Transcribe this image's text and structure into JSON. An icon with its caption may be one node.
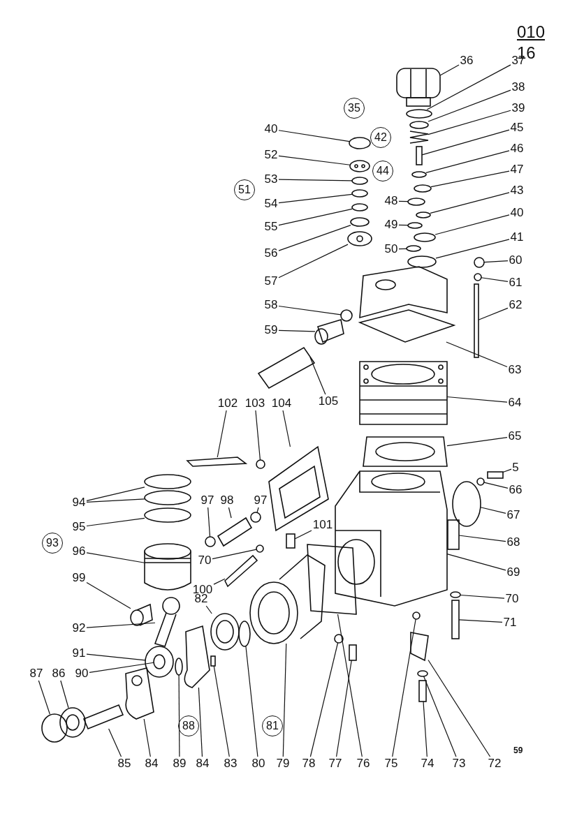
{
  "diagram": {
    "nodes": [
      {
        "text": [
          "36"
        ]
      },
      {
        "text": [
          "37"
        ]
      },
      {
        "text": [
          "35"
        ]
      },
      {
        "text": [
          "38"
        ]
      },
      {
        "text": [
          "39"
        ]
      },
      {
        "text": [
          "40"
        ]
      },
      {
        "text": [
          "45"
        ]
      },
      {
        "text": [
          "42"
        ]
      },
      {
        "text": [
          "46"
        ]
      },
      {
        "text": [
          "52"
        ]
      },
      {
        "text": [
          "44"
        ]
      },
      {
        "text": [
          "47"
        ]
      },
      {
        "text": [
          "53"
        ]
      },
      {
        "text": [
          "43"
        ]
      },
      {
        "text": [
          "51"
        ]
      },
      {
        "text": [
          "48"
        ]
      },
      {
        "text": [
          "54"
        ]
      },
      {
        "text": [
          "40"
        ]
      },
      {
        "text": [
          "49"
        ]
      },
      {
        "text": [
          "55"
        ]
      },
      {
        "text": [
          "41"
        ]
      },
      {
        "text": [
          "50"
        ]
      },
      {
        "text": [
          "56"
        ]
      },
      {
        "text": [
          "60"
        ]
      },
      {
        "text": [
          "57"
        ]
      },
      {
        "text": [
          "61"
        ]
      },
      {
        "text": [
          "58"
        ]
      },
      {
        "text": [
          "62"
        ]
      },
      {
        "text": [
          "59"
        ]
      },
      {
        "text": [
          "63"
        ]
      },
      {
        "text": [
          "105"
        ]
      },
      {
        "text": [
          "102"
        ]
      },
      {
        "text": [
          "103"
        ]
      },
      {
        "text": [
          "104"
        ]
      },
      {
        "text": [
          "64"
        ]
      },
      {
        "text": [
          "65"
        ]
      },
      {
        "text": [
          "5"
        ]
      },
      {
        "text": [
          "66"
        ]
      },
      {
        "text": [
          "94"
        ]
      },
      {
        "text": [
          "97"
        ]
      },
      {
        "text": [
          "98"
        ]
      },
      {
        "text": [
          "97"
        ]
      },
      {
        "text": [
          "67"
        ]
      },
      {
        "text": [
          "101"
        ]
      },
      {
        "text": [
          "95"
        ]
      },
      {
        "text": [
          "68"
        ]
      },
      {
        "text": [
          "93"
        ]
      },
      {
        "text": [
          "96"
        ]
      },
      {
        "text": [
          "70"
        ]
      },
      {
        "text": [
          "69"
        ]
      },
      {
        "text": [
          "99"
        ]
      },
      {
        "text": [
          "100"
        ]
      },
      {
        "text": [
          "70"
        ]
      },
      {
        "text": [
          "82"
        ]
      },
      {
        "text": [
          "71"
        ]
      },
      {
        "text": [
          "92"
        ]
      },
      {
        "text": [
          "91"
        ]
      },
      {
        "text": [
          "87"
        ]
      },
      {
        "text": [
          "86"
        ]
      },
      {
        "text": [
          "90"
        ]
      },
      {
        "text": [
          "88"
        ]
      },
      {
        "text": [
          "81"
        ]
      },
      {
        "text": [
          "85"
        ]
      },
      {
        "text": [
          "84"
        ]
      },
      {
        "text": [
          "89"
        ]
      },
      {
        "text": [
          "84"
        ]
      },
      {
        "text": [
          "83"
        ]
      },
      {
        "text": [
          "80"
        ]
      },
      {
        "text": [
          "79"
        ]
      },
      {
        "text": [
          "78"
        ]
      },
      {
        "text": [
          "77"
        ]
      },
      {
        "text": [
          "76"
        ]
      },
      {
        "text": [
          "75"
        ]
      },
      {
        "text": [
          "74"
        ]
      },
      {
        "text": [
          "73"
        ]
      },
      {
        "text": [
          "72"
        ]
      },
      {
        "text": [],
        "shape": "picture"
      },
      {
        "text": [],
        "shape": "circle"
      },
      {
        "text": [],
        "shape": "circle"
      },
      {
        "text": [],
        "shape": "picture"
      },
      {
        "text": [],
        "shape": "circle"
      },
      {
        "text": [],
        "shape": "box"
      },
      {
        "text": [],
        "shape": "circle"
      },
      {
        "text": [],
        "shape": "picture"
      },
      {
        "text": [],
        "shape": "circle"
      },
      {
        "text": [],
        "shape": "circle"
      },
      {
        "text": [],
        "shape": "circle"
      },
      {
        "text": [],
        "shape": "circle"
      },
      {
        "text": [],
        "shape": "circle"
      },
      {
        "text": [],
        "shape": "circle"
      },
      {
        "text": [],
        "shape": "circle"
      },
      {
        "text": [],
        "shape": "circle"
      },
      {
        "text": [],
        "shape": "circle"
      },
      {
        "text": [],
        "shape": "circle"
      },
      {
        "text": [],
        "shape": "circle"
      },
      {
        "text": [],
        "shape": "circle"
      },
      {
        "text": [],
        "shape": "picture"
      },
      {
        "text": [],
        "shape": "circle"
      },
      {
        "text": [],
        "shape": "circle"
      },
      {
        "text": [],
        "shape": "box"
      },
      {
        "text": [],
        "shape": "picture"
      },
      {
        "text": [],
        "shape": "picture"
      },
      {
        "text": [],
        "shape": "picture"
      },
      {
        "text": [],
        "shape": "picture"
      },
      {
        "text": [],
        "shape": "circle"
      },
      {
        "text": [],
        "shape": "picture"
      },
      {
        "text": [],
        "shape": "picture"
      },
      {
        "text": [],
        "shape": "picture"
      },
      {
        "text": [],
        "shape": "box"
      },
      {
        "text": [],
        "shape": "circle"
      },
      {
        "text": [],
        "shape": "circle"
      },
      {
        "text": [],
        "shape": "circle"
      },
      {
        "text": [],
        "shape": "circle"
      },
      {
        "text": [],
        "shape": "picture"
      },
      {
        "text": [],
        "shape": "circle"
      },
      {
        "text": [],
        "shape": "circle"
      },
      {
        "text": [],
        "shape": "box"
      },
      {
        "text": [],
        "shape": "circle"
      },
      {
        "text": [],
        "shape": "box"
      },
      {
        "text": [],
        "shape": "picture"
      },
      {
        "text": [],
        "shape": "circle"
      },
      {
        "text": [],
        "shape": "picture"
      },
      {
        "text": [],
        "shape": "picture"
      },
      {
        "text": [],
        "shape": "picture"
      },
      {
        "text": [],
        "shape": "circle"
      },
      {
        "text": [],
        "shape": "picture"
      },
      {
        "text": [],
        "shape": "box"
      },
      {
        "text": [],
        "shape": "picture"
      },
      {
        "text": [],
        "shape": "circle"
      },
      {
        "text": [],
        "shape": "circle"
      },
      {
        "text": [],
        "shape": "picture"
      },
      {
        "text": [],
        "shape": "circle",
        "in": 128
      },
      {
        "text": [],
        "shape": "picture"
      },
      {
        "text": [],
        "shape": "picture"
      },
      {
        "text": [],
        "shape": "circle"
      },
      {
        "text": [],
        "shape": "picture"
      },
      {
        "text": [],
        "shape": "box"
      },
      {
        "text": [],
        "shape": "circle"
      },
      {
        "text": [],
        "shape": "picture"
      },
      {
        "text": [],
        "shape": "circle"
      },
      {
        "text": [],
        "shape": "box"
      },
      {
        "text": [],
        "shape": "picture"
      },
      {
        "text": [],
        "shape": "circle"
      },
      {
        "text": [],
        "shape": "box"
      },
      {
        "text": [],
        "shape": "circle"
      },
      {
        "text": [],
        "shape": "picture"
      }
    ],
    "edges": [
      {
        "from": 0,
        "to": 76,
        "arrow": "none"
      },
      {
        "from": 1,
        "to": 77,
        "arrow": "none"
      },
      {
        "from": 3,
        "to": 78,
        "arrow": "none"
      },
      {
        "from": 4,
        "to": 79,
        "arrow": "none"
      },
      {
        "from": 5,
        "to": 80,
        "arrow": "none"
      },
      {
        "from": 6,
        "to": 81,
        "arrow": "none"
      },
      {
        "from": 8,
        "to": 82,
        "arrow": "none"
      },
      {
        "from": 9,
        "to": 83,
        "arrow": "none"
      },
      {
        "from": 11,
        "to": 84,
        "arrow": "none"
      },
      {
        "from": 12,
        "to": 85,
        "arrow": "none"
      },
      {
        "from": 13,
        "to": 86,
        "arrow": "none"
      },
      {
        "from": 15,
        "to": 87,
        "arrow": "none"
      },
      {
        "from": 16,
        "to": 88,
        "arrow": "none"
      },
      {
        "from": 17,
        "to": 89,
        "arrow": "none"
      },
      {
        "from": 18,
        "to": 90,
        "arrow": "none"
      },
      {
        "from": 19,
        "to": 91,
        "arrow": "none"
      },
      {
        "from": 20,
        "to": 92,
        "arrow": "none"
      },
      {
        "from": 21,
        "to": 93,
        "arrow": "none"
      },
      {
        "from": 22,
        "to": 94,
        "arrow": "none"
      },
      {
        "from": 23,
        "to": 95,
        "arrow": "none"
      },
      {
        "from": 24,
        "to": 96,
        "arrow": "none"
      },
      {
        "from": 25,
        "to": 97,
        "arrow": "none"
      },
      {
        "from": 26,
        "to": 98,
        "arrow": "none"
      },
      {
        "from": 27,
        "to": 99,
        "arrow": "none"
      },
      {
        "from": 28,
        "to": 100,
        "arrow": "none"
      },
      {
        "from": 29,
        "to": 101,
        "arrow": "none"
      },
      {
        "from": 30,
        "to": 102,
        "arrow": "none"
      },
      {
        "from": 31,
        "to": 103,
        "arrow": "none"
      },
      {
        "from": 32,
        "to": 104,
        "arrow": "none"
      },
      {
        "from": 33,
        "to": 105,
        "arrow": "none"
      },
      {
        "from": 34,
        "to": 106,
        "arrow": "none"
      },
      {
        "from": 35,
        "to": 107,
        "arrow": "none"
      },
      {
        "from": 36,
        "to": 108,
        "arrow": "none"
      },
      {
        "from": 37,
        "to": 109,
        "arrow": "none"
      },
      {
        "from": 38,
        "to": 110,
        "arrow": "none"
      },
      {
        "from": 38,
        "to": 111,
        "arrow": "none"
      },
      {
        "from": 39,
        "to": 112,
        "arrow": "none"
      },
      {
        "from": 40,
        "to": 113,
        "arrow": "none"
      },
      {
        "from": 41,
        "to": 114,
        "arrow": "none"
      },
      {
        "from": 42,
        "to": 115,
        "arrow": "none"
      },
      {
        "from": 43,
        "to": 116,
        "arrow": "none"
      },
      {
        "from": 44,
        "to": 117,
        "arrow": "none"
      },
      {
        "from": 45,
        "to": 118,
        "arrow": "none"
      },
      {
        "from": 47,
        "to": 119,
        "arrow": "none"
      },
      {
        "from": 48,
        "to": 120,
        "arrow": "none"
      },
      {
        "from": 49,
        "to": 121,
        "arrow": "none"
      },
      {
        "from": 50,
        "to": 122,
        "arrow": "none"
      },
      {
        "from": 51,
        "to": 123,
        "arrow": "none"
      },
      {
        "from": 52,
        "to": 124,
        "arrow": "none"
      },
      {
        "from": 53,
        "to": 125,
        "arrow": "none"
      },
      {
        "from": 54,
        "to": 126,
        "arrow": "none"
      },
      {
        "from": 55,
        "to": 127,
        "arrow": "none"
      },
      {
        "from": 56,
        "to": 128,
        "arrow": "none"
      },
      {
        "from": 57,
        "to": 129,
        "arrow": "none"
      },
      {
        "from": 58,
        "to": 130,
        "arrow": "none"
      },
      {
        "from": 59,
        "to": 131,
        "arrow": "none"
      },
      {
        "from": 62,
        "to": 132,
        "arrow": "none"
      },
      {
        "from": 63,
        "to": 133,
        "arrow": "none"
      },
      {
        "from": 64,
        "to": 134,
        "arrow": "none"
      },
      {
        "from": 65,
        "to": 135,
        "arrow": "none"
      },
      {
        "from": 66,
        "to": 136,
        "arrow": "none"
      },
      {
        "from": 67,
        "to": 137,
        "arrow": "none"
      },
      {
        "from": 68,
        "to": 138,
        "arrow": "none"
      },
      {
        "from": 69,
        "to": 139,
        "arrow": "none"
      },
      {
        "from": 70,
        "to": 140,
        "arrow": "none"
      },
      {
        "from": 71,
        "to": 141,
        "arrow": "none"
      },
      {
        "from": 72,
        "to": 142,
        "arrow": "none"
      },
      {
        "from": 73,
        "to": 143,
        "arrow": "none"
      },
      {
        "from": 74,
        "to": 144,
        "arrow": "none"
      },
      {
        "from": 75,
        "to": 145,
        "arrow": "none"
      }
    ],
    "labels": [
      "010",
      "16",
      "59"
    ]
  }
}
